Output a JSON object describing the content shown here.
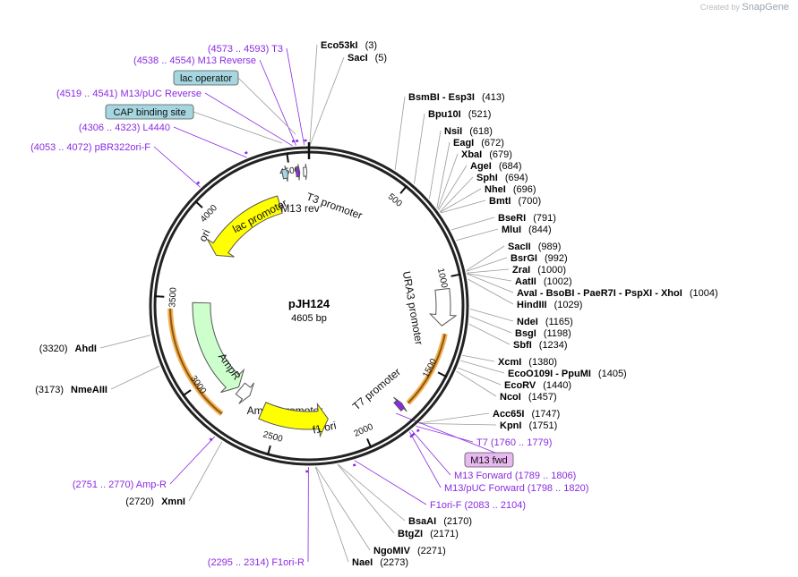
{
  "brand": {
    "prefix": "Created by",
    "name": "SnapGene"
  },
  "plasmid": {
    "name": "pJH124",
    "size_label": "4605 bp",
    "length": 4605
  },
  "colors": {
    "backbone": "#222222",
    "label": "#000000",
    "primer": "#8a2be2",
    "feature_line": "#9a9a9a",
    "ori": "#ffff00",
    "ampr": "#ccffcc",
    "promoter": "#ffffff",
    "f1ori": "#ffff00",
    "halo": "#f4a640",
    "lac_box": "#a6d6e0",
    "m13fwd_box": "#e8b8f0"
  },
  "ruler": [
    {
      "pos": 500,
      "label": "500"
    },
    {
      "pos": 1000,
      "label": "1000"
    },
    {
      "pos": 1500,
      "label": "1500"
    },
    {
      "pos": 2000,
      "label": "2000"
    },
    {
      "pos": 2500,
      "label": "2500"
    },
    {
      "pos": 3000,
      "label": "3000"
    },
    {
      "pos": 3500,
      "label": "3500"
    },
    {
      "pos": 4000,
      "label": "4000"
    },
    {
      "pos": 4500,
      "label": "4500"
    }
  ],
  "enzymes_right": [
    {
      "name": "Eco53kI",
      "pos": "(3)",
      "site": 3
    },
    {
      "name": "SacI",
      "pos": "(5)",
      "site": 5
    },
    {
      "name": "BsmBI - Esp3I",
      "pos": "(413)",
      "site": 413
    },
    {
      "name": "Bpu10I",
      "pos": "(521)",
      "site": 521
    },
    {
      "name": "NsiI",
      "pos": "(618)",
      "site": 618
    },
    {
      "name": "EagI",
      "pos": "(672)",
      "site": 672
    },
    {
      "name": "XbaI",
      "pos": "(679)",
      "site": 679
    },
    {
      "name": "AgeI",
      "pos": "(684)",
      "site": 684
    },
    {
      "name": "SphI",
      "pos": "(694)",
      "site": 694
    },
    {
      "name": "NheI",
      "pos": "(696)",
      "site": 696
    },
    {
      "name": "BmtI",
      "pos": "(700)",
      "site": 700
    },
    {
      "name": "BseRI",
      "pos": "(791)",
      "site": 791
    },
    {
      "name": "MluI",
      "pos": "(844)",
      "site": 844
    },
    {
      "name": "SacII",
      "pos": "(989)",
      "site": 989
    },
    {
      "name": "BsrGI",
      "pos": "(992)",
      "site": 992
    },
    {
      "name": "ZraI",
      "pos": "(1000)",
      "site": 1000
    },
    {
      "name": "AatII",
      "pos": "(1002)",
      "site": 1002
    },
    {
      "name": "AvaI - BsoBI - PaeR7I - PspXI - XhoI",
      "pos": "(1004)",
      "site": 1004
    },
    {
      "name": "HindIII",
      "pos": "(1029)",
      "site": 1029
    },
    {
      "name": "NdeI",
      "pos": "(1165)",
      "site": 1165
    },
    {
      "name": "BsgI",
      "pos": "(1198)",
      "site": 1198
    },
    {
      "name": "SbfI",
      "pos": "(1234)",
      "site": 1234
    },
    {
      "name": "XcmI",
      "pos": "(1380)",
      "site": 1380
    },
    {
      "name": "EcoO109I - PpuMI",
      "pos": "(1405)",
      "site": 1405
    },
    {
      "name": "EcoRV",
      "pos": "(1440)",
      "site": 1440
    },
    {
      "name": "NcoI",
      "pos": "(1457)",
      "site": 1457
    },
    {
      "name": "Acc65I",
      "pos": "(1747)",
      "site": 1747
    },
    {
      "name": "KpnI",
      "pos": "(1751)",
      "site": 1751
    },
    {
      "name": "BsaAI",
      "pos": "(2170)",
      "site": 2170
    },
    {
      "name": "BtgZI",
      "pos": "(2171)",
      "site": 2171
    },
    {
      "name": "NgoMIV",
      "pos": "(2271)",
      "site": 2271
    },
    {
      "name": "NaeI",
      "pos": "(2273)",
      "site": 2273
    }
  ],
  "enzymes_left": [
    {
      "name": "XmnI",
      "pos": "(2720)",
      "site": 2720
    },
    {
      "name": "NmeAIII",
      "pos": "(3173)",
      "site": 3173
    },
    {
      "name": "AhdI",
      "pos": "(3320)",
      "site": 3320
    }
  ],
  "primers": [
    {
      "label": "(4573 .. 4593)  T3",
      "site": 4583
    },
    {
      "label": "(4538 .. 4554)  M13 Reverse",
      "site": 4546
    },
    {
      "label": "(4519 .. 4541)  M13/pUC Reverse",
      "site": 4530
    },
    {
      "label": "(4306 .. 4323)  L4440",
      "site": 4314
    },
    {
      "label": "(4053 .. 4072)  pBR322ori-F",
      "site": 4062
    },
    {
      "label": "T7    (1760 .. 1779)",
      "site": 1770
    },
    {
      "label": "M13 Forward    (1789 .. 1806)",
      "site": 1797
    },
    {
      "label": "M13/pUC Forward    (1798 .. 1820)",
      "site": 1809
    },
    {
      "label": "F1ori-F    (2083 .. 2104)",
      "site": 2093
    },
    {
      "label": "(2295 .. 2314)  F1ori-R",
      "site": 2305
    },
    {
      "label": "(2751 .. 2770)  Amp-R",
      "site": 2760
    }
  ],
  "boxed_labels": [
    {
      "label": "lac operator",
      "color": "lac_box"
    },
    {
      "label": "CAP binding site",
      "color": "lac_box"
    },
    {
      "label": "M13 fwd",
      "color": "m13fwd_box"
    }
  ],
  "features": [
    {
      "label": "ori",
      "start": 3820,
      "end": 4400,
      "strand": -1,
      "color": "ori"
    },
    {
      "label": "AmpR",
      "start": 2825,
      "end": 3475,
      "strand": -1,
      "color": "ampr"
    },
    {
      "label": "AmpR promoter",
      "start": 2730,
      "end": 2810,
      "strand": -1,
      "color": "promoter"
    },
    {
      "label": "f1 ori",
      "start": 2180,
      "end": 2610,
      "strand": -1,
      "color": "f1ori"
    },
    {
      "label": "URA3 promoter",
      "start": 1060,
      "end": 1260,
      "strand": 1,
      "color": "promoter"
    },
    {
      "label": "T7 promoter",
      "start": 1745,
      "end": 1775,
      "strand": -1,
      "color": "primer"
    },
    {
      "label": "lac promoter",
      "start": 4460,
      "end": 4490,
      "strand": 1,
      "color": "lac_box"
    },
    {
      "label": "M13 rev",
      "start": 4535,
      "end": 4555,
      "strand": 1,
      "color": "primer"
    },
    {
      "label": "T3 promoter",
      "start": 4575,
      "end": 4594,
      "strand": 1,
      "color": "promoter"
    }
  ]
}
